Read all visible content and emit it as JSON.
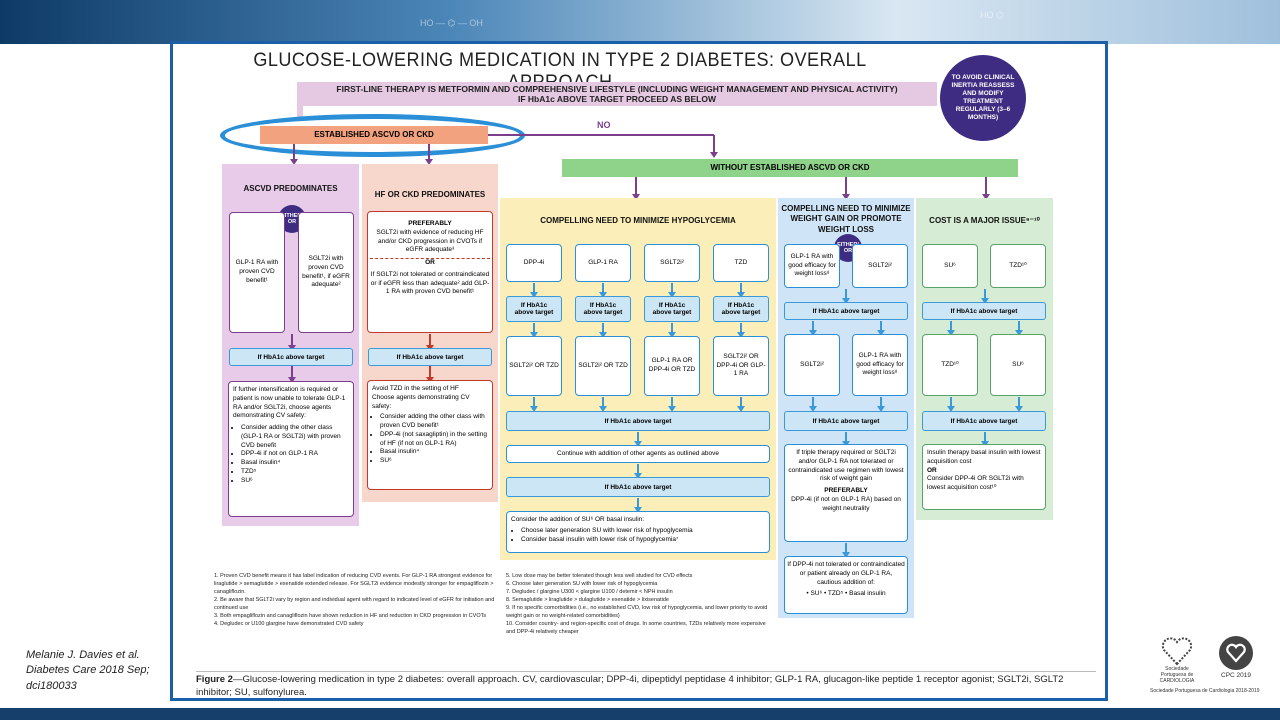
{
  "title": "GLUCOSE-LOWERING MEDICATION IN TYPE 2 DIABETES: OVERALL APPROACH",
  "first_line": "FIRST-LINE THERAPY IS METFORMIN AND COMPREHENSIVE LIFESTYLE (INCLUDING WEIGHT MANAGEMENT AND PHYSICAL ACTIVITY)",
  "first_line2": "IF HbA1c ABOVE TARGET PROCEED AS BELOW",
  "circle": "TO AVOID CLINICAL INERTIA REASSESS AND MODIFY TREATMENT REGULARLY (3–6 MONTHS)",
  "established": "ESTABLISHED ASCVD OR CKD",
  "no_label": "NO",
  "without": "WITHOUT ESTABLISHED ASCVD OR CKD",
  "either_or": "EITHER/ OR",
  "hba_target": "If HbA1c above target",
  "ascvd": {
    "header": "ASCVD PREDOMINATES",
    "glp": "GLP-1 RA with proven CVD benefit¹",
    "sglt": "SGLT2i with proven CVD benefit¹, if eGFR adequate²",
    "text": "If further intensification is required or patient is now unable to tolerate GLP-1 RA and/or SGLT2i, choose agents demonstrating CV safety:",
    "bullets": [
      "Consider adding the other class (GLP-1 RA or SGLT2i) with proven CVD benefit",
      "DPP-4i if not on GLP-1 RA",
      "Basal insulin⁴",
      "TZD⁵",
      "SU⁶"
    ]
  },
  "hf": {
    "header": "HF OR CKD PREDOMINATES",
    "pref": "PREFERABLY",
    "text1": "SGLT2i with evidence of reducing HF and/or CKD progression in CVOTs if eGFR adequate³",
    "or": "OR",
    "text2": "If SGLT2i not tolerated or contraindicated or if eGFR less than adequate² add GLP-1 RA with proven CVD benefit¹",
    "b0": "Avoid TZD in the setting of HF",
    "choose": "Choose agents demonstrating CV safety:",
    "bullets": [
      "Consider adding the other class with proven CVD benefit¹",
      "DPP-4i (not saxagliptin) in the setting of HF (if not on GLP-1 RA)",
      "Basal insulin⁴",
      "SU⁶"
    ]
  },
  "hypo": {
    "header": "COMPELLING NEED TO MINIMIZE HYPOGLYCEMIA",
    "drugs": [
      "DPP-4i",
      "GLP-1 RA",
      "SGLT2i²",
      "TZD"
    ],
    "hba_short": "If HbA1c above target",
    "second": [
      "SGLT2i² OR TZD",
      "SGLT2i² OR TZD",
      "GLP-1 RA OR DPP-4i OR TZD",
      "SGLT2i² OR DPP-4i OR GLP-1 RA"
    ],
    "continue": "Continue with addition of other agents as outlined above",
    "consider": "Consider the addition of SU⁶ OR basal insulin:",
    "bullets": [
      "Choose later generation SU with lower risk of hypoglycemia",
      "Consider basal insulin with lower risk of hypoglycemia⁷"
    ]
  },
  "weight": {
    "header": "COMPELLING NEED TO MINIMIZE WEIGHT GAIN OR PROMOTE WEIGHT LOSS",
    "glp": "GLP-1 RA with good efficacy for weight loss⁸",
    "sglt": "SGLT2i²",
    "sglt2": "SGLT2i²",
    "glp2": "GLP-1 RA with good efficacy for weight loss⁸",
    "text": "If triple therapy required or SGLT2i and/or GLP-1 RA not tolerated or contraindicated use regimen with lowest risk of weight gain",
    "pref": "PREFERABLY",
    "text2": "DPP-4i (if not on GLP-1 RA) based on weight neutrality",
    "text3": "If DPP-4i not tolerated or contraindicated or patient already on GLP-1 RA, cautious addition of:",
    "list": "• SU⁶  • TZD⁵  • Basal insulin"
  },
  "cost": {
    "header": "COST IS A MAJOR ISSUE⁹⁻¹⁰",
    "drugs": [
      "SU⁶",
      "TZD¹⁰"
    ],
    "second": [
      "TZD¹⁰",
      "SU⁶"
    ],
    "b1": "Insulin therapy basal insulin with lowest acquisition cost",
    "or": "OR",
    "b2": "Consider DPP-4i OR SGLT2i with lowest acquisition cost¹⁰"
  },
  "footnotes_left": [
    "1. Proven CVD benefit means it has label indication of reducing CVD events. For GLP-1 RA strongest evidence for liraglutide > semaglutide > exenatide extended release. For SGLT2i evidence modestly stronger for empagliflozin > canagliflozin.",
    "2. Be aware that SGLT2i vary by region and individual agent with regard to indicated level of eGFR for initiation and continued use",
    "3. Both empagliflozin and canagliflozin have shown reduction in HF and reduction in CKD progression in CVOTs",
    "4. Degludec or U100 glargine have demonstrated CVD safety"
  ],
  "footnotes_right": [
    "5. Low dose may be better tolerated though less well studied for CVD effects",
    "6. Choose later generation SU with lower risk of hypoglycemia",
    "7. Degludec / glargine U300 < glargine U100 / detemir < NPH insulin",
    "8. Semaglutide > liraglutide > dulaglutide > exenatide > lixisenatide",
    "9. If no specific comorbidities (i.e., no established CVD, low risk of hypoglycemia, and lower priority to avoid weight gain or no weight-related comorbidities)",
    "10. Consider country- and region-specific cost of drugs. In some countries, TZDs relatively more expensive and DPP-4i relatively cheaper"
  ],
  "caption_bold": "Figure 2",
  "caption": "—Glucose-lowering medication in type 2 diabetes: overall approach. CV, cardiovascular; DPP-4i, dipeptidyl peptidase 4 inhibitor; GLP-1 RA, glucagon-like peptide 1 receptor agonist; SGLT2i, SGLT2 inhibitor; SU, sulfonylurea.",
  "citation": [
    "Melanie J. Davies et al.",
    "Diabetes Care 2018 Sep;",
    "dci180033"
  ],
  "logo1": "Sociedade Portuguesa de CARDIOLOGIA",
  "logo2": "CPC 2019",
  "logo_footer": "Sociedade Portuguesa de Cardiologia 2018-2019",
  "colors": {
    "purple": "#7b3f8c",
    "blue_frame": "#1b5fa8",
    "salmon": "#f3a27f",
    "green": "#8fd28a"
  }
}
